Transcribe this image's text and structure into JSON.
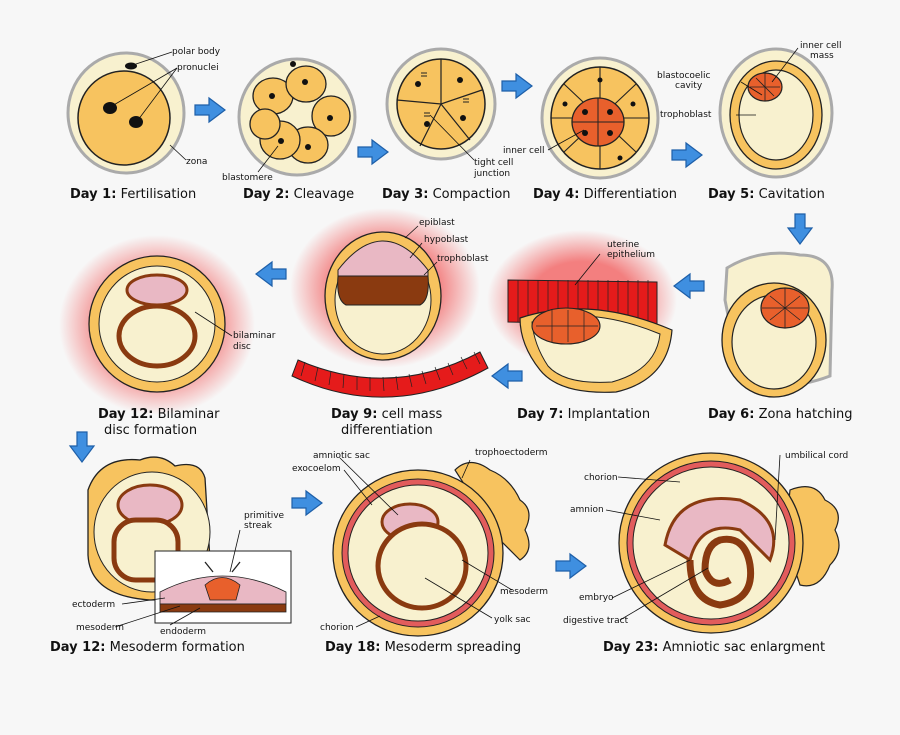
{
  "stages": [
    {
      "day": "Day 1:",
      "name": "Fertilisation",
      "labels": [
        "polar body",
        "pronuclei",
        "zona"
      ]
    },
    {
      "day": "Day 2:",
      "name": "Cleavage",
      "labels": [
        "blastomere"
      ]
    },
    {
      "day": "Day 3:",
      "name": "Compaction",
      "labels": [
        "tight cell",
        "junction"
      ]
    },
    {
      "day": "Day 4:",
      "name": "Differentiation",
      "labels": [
        "inner cell"
      ]
    },
    {
      "day": "Day 5:",
      "name": "Cavitation",
      "labels": [
        "inner cell",
        "mass",
        "blastocoelic",
        "cavity",
        "trophoblast"
      ]
    },
    {
      "day": "Day 6:",
      "name": "Zona hatching",
      "labels": []
    },
    {
      "day": "Day 7:",
      "name": "Implantation",
      "labels": [
        "uterine",
        "epithelium"
      ]
    },
    {
      "day": "Day 9:",
      "name": "cell mass",
      "name2": "differentiation",
      "labels": [
        "epiblast",
        "hypoblast",
        "trophoblast"
      ]
    },
    {
      "day": "Day 12:",
      "name": "Bilaminar",
      "name2": "disc formation",
      "labels": [
        "bilaminar",
        "disc"
      ]
    },
    {
      "day": "Day 12:",
      "name": "Mesoderm formation",
      "labels": [
        "primitive",
        "streak",
        "ectoderm",
        "mesoderm",
        "endoderm"
      ]
    },
    {
      "day": "Day 18:",
      "name": "Mesoderm spreading",
      "labels": [
        "amniotic sac",
        "exocoelom",
        "trophoectoderm",
        "mesoderm",
        "yolk sac",
        "chorion"
      ]
    },
    {
      "day": "Day 23:",
      "name": "Amniotic sac enlargment",
      "labels": [
        "chorion",
        "amnion",
        "umbilical cord",
        "embryo",
        "digestive tract"
      ]
    }
  ],
  "colors": {
    "zona": "#f8f1cf",
    "cell": "#f7c35f",
    "inner_mass": "#e8602c",
    "uterine": "#e51b1b",
    "epiblast": "#e9b8c4",
    "hypoblast": "#8a3a10",
    "arrow": "#3f8fe0",
    "glow": "#f26a6a"
  }
}
